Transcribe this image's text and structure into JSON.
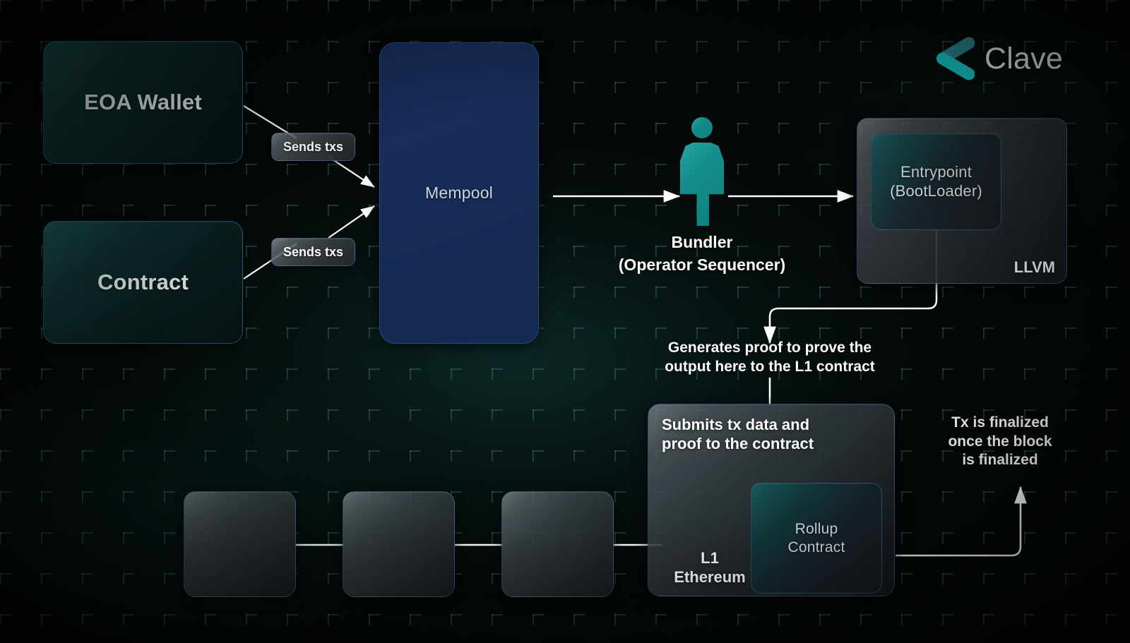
{
  "brand": {
    "name": "Clave",
    "logo_icon": "clave-chevron-logo",
    "accent_color": "#17d4d4",
    "accent_color_dark": "#2e8f9b"
  },
  "nodes": {
    "eoa_wallet": {
      "label": "EOA Wallet"
    },
    "contract": {
      "label": "Contract"
    },
    "mempool": {
      "label": "Mempool"
    },
    "bundler": {
      "caption_line1": "Bundler",
      "caption_line2": "(Operator Sequencer)",
      "icon": "person-icon"
    },
    "entrypoint": {
      "line1": "Entrypoint",
      "line2": "(BootLoader)"
    },
    "llvm": {
      "label": "LLVM"
    },
    "l1": {
      "note": "Submits tx data and proof to the contract",
      "name_line1": "L1",
      "name_line2": "Ethereum"
    },
    "rollup_contract": {
      "line1": "Rollup",
      "line2": "Contract"
    },
    "chain_blocks": [
      {
        "label": ""
      },
      {
        "label": ""
      },
      {
        "label": ""
      }
    ]
  },
  "edges": {
    "sends_txs_1": "Sends txs",
    "sends_txs_2": "Sends txs",
    "proof_annotation_line1": "Generates proof to prove the",
    "proof_annotation_line2": "output here to the L1 contract",
    "finalized_annotation_line1": "Tx is finalized",
    "finalized_annotation_line2": "once the block",
    "finalized_annotation_line3": "is finalized"
  },
  "colors": {
    "background": "#040908",
    "mempool_blue": "#162c56",
    "teal_card": "#1e5652",
    "gray_card": "#565f63",
    "bundler_teal": "#138d89",
    "arrow_white": "#ffffff",
    "border_blue": "#4868a0"
  }
}
